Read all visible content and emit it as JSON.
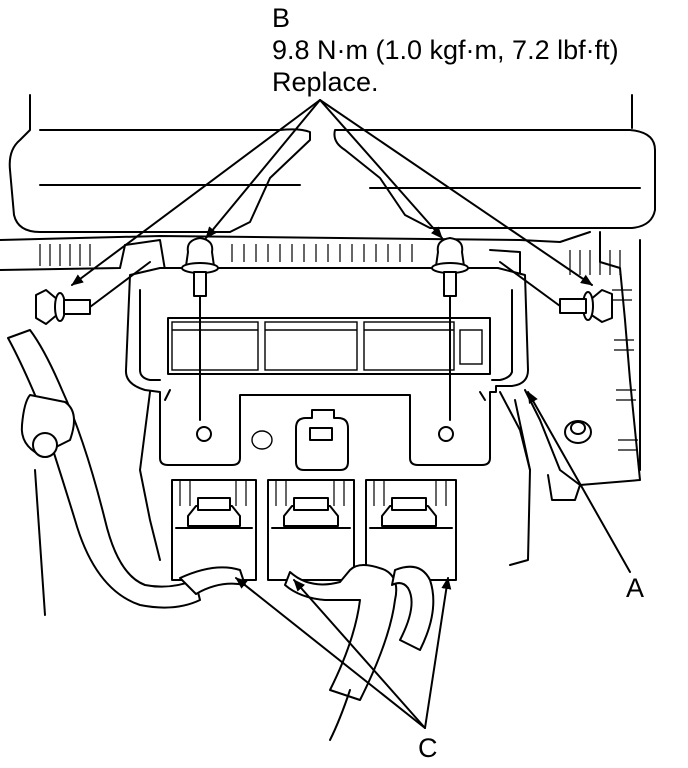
{
  "labels": {
    "b": "B",
    "torque": "9.8 N·m (1.0 kgf·m, 7.2 lbf·ft)",
    "replace": "Replace.",
    "a": "A",
    "c": "C"
  },
  "colors": {
    "ink": "#000000",
    "paper": "#ffffff"
  }
}
